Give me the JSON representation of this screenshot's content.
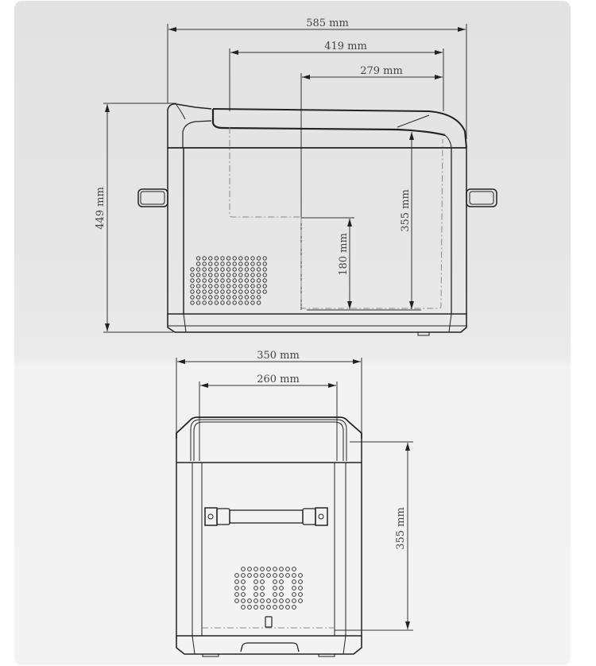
{
  "side_view": {
    "width_overall": "585 mm",
    "width_lid": "419 mm",
    "width_compartment": "279 mm",
    "height_overall": "449 mm",
    "depth_interior": "355 mm",
    "depth_step": "180 mm"
  },
  "front_view": {
    "width_overall": "350 mm",
    "width_interior": "260 mm",
    "depth_interior": "355 mm"
  },
  "colors": {
    "background_top": "#e2e2e2",
    "background_bottom": "#f3f3f3",
    "line": "#222222",
    "dash_line": "#888888",
    "dimension_text": "#444444"
  }
}
